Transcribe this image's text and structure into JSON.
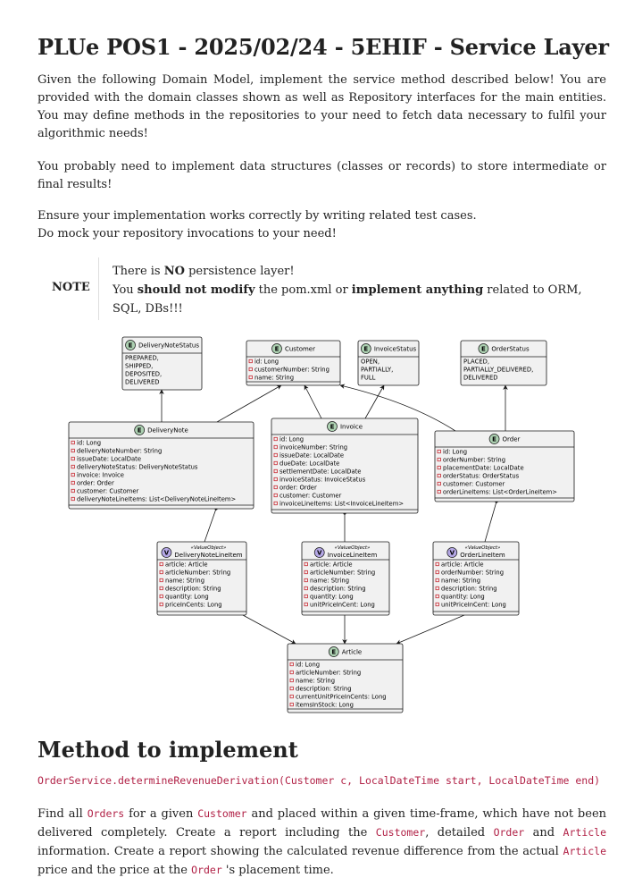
{
  "title": "PLUe POS1 - 2025/02/24 - 5EHIF - Service Layer",
  "intro": {
    "p1": "Given the following Domain Model, implement the service method described below! You are provided with the domain classes shown as well as Repository interfaces for the main entities. You may define methods in the repositories to your need to fetch data necessary to fulfil your algorithmic needs!",
    "p2": "You probably need to implement data structures (classes or records) to store intermediate or final results!",
    "p3_line1": "Ensure your implementation works correctly by writing related test cases.",
    "p3_line2": "Do mock your repository invocations to your need!"
  },
  "note": {
    "label": "NOTE",
    "line1_pre": "There is ",
    "line1_bold": "NO",
    "line1_post": " persistence layer!",
    "line2_a": "You ",
    "line2_bold1": "should not modify",
    "line2_b": " the pom.xml or ",
    "line2_bold2": "implement anything",
    "line2_c": " related to ORM, SQL, DBs!!!"
  },
  "diagram": {
    "classes": {
      "delivery_note_status": {
        "stereo": "E",
        "name": "DeliveryNoteStatus",
        "items": [
          "PREPARED,",
          "SHIPPED,",
          "DEPOSITED,",
          "DELIVERED"
        ]
      },
      "customer": {
        "stereo": "E",
        "name": "Customer",
        "items": [
          "id: Long",
          "customerNumber: String",
          "name: String"
        ]
      },
      "invoice_status": {
        "stereo": "E",
        "name": "InvoiceStatus",
        "items": [
          "OPEN,",
          "PARTIALLY,",
          "FULL"
        ]
      },
      "order_status": {
        "stereo": "E",
        "name": "OrderStatus",
        "items": [
          "PLACED,",
          "PARTIALLY_DELIVERED,",
          "DELIVERED"
        ]
      },
      "delivery_note": {
        "stereo": "E",
        "name": "DeliveryNote",
        "items": [
          "id: Long",
          "deliveryNoteNumber: String",
          "issueDate: LocalDate",
          "deliveryNoteStatus: DeliveryNoteStatus",
          "invoice: Invoice",
          "order: Order",
          "customer: Customer",
          "deliveryNoteLineItems: List<DeliveryNoteLineItem>"
        ]
      },
      "invoice": {
        "stereo": "E",
        "name": "Invoice",
        "items": [
          "id: Long",
          "invoiceNumber: String",
          "issueDate: LocalDate",
          "dueDate: LocalDate",
          "settlementDate: LocalDate",
          "invoiceStatus: InvoiceStatus",
          "order: Order",
          "customer: Customer",
          "invoiceLineItems: List<InvoiceLineItem>"
        ]
      },
      "order": {
        "stereo": "E",
        "name": "Order",
        "items": [
          "id: Long",
          "orderNumber: String",
          "placementDate: LocalDate",
          "orderStatus: OrderStatus",
          "customer: Customer",
          "orderLineItems: List<OrderLineItem>"
        ]
      },
      "delivery_note_line_item": {
        "stereo": "V",
        "tag": "«ValueObject»",
        "name": "DeliveryNoteLineItem",
        "items": [
          "article: Article",
          "articleNumber: String",
          "name: String",
          "description: String",
          "quantity: Long",
          "priceInCents: Long"
        ]
      },
      "invoice_line_item": {
        "stereo": "V",
        "tag": "«ValueObject»",
        "name": "InvoiceLineItem",
        "items": [
          "article: Article",
          "articleNumber: String",
          "name: String",
          "description: String",
          "quantity: Long",
          "unitPriceInCent: Long"
        ]
      },
      "order_line_item": {
        "stereo": "V",
        "tag": "«ValueObject»",
        "name": "OrderLineItem",
        "items": [
          "article: Article",
          "orderNumber: String",
          "name: String",
          "description: String",
          "quantity: Long",
          "unitPriceInCent: Long"
        ]
      },
      "article": {
        "stereo": "E",
        "name": "Article",
        "items": [
          "id: Long",
          "articleNumber: String",
          "name: String",
          "description: String",
          "currentUnitPriceInCents: Long",
          "itemsInStock: Long"
        ]
      }
    },
    "colors": {
      "entity_circle": "#ADD1B2",
      "value_circle": "#B4A7E5",
      "box_fill": "#F1F1F1",
      "box_stroke": "#181818",
      "field_marker": "#C82930"
    }
  },
  "method_heading": "Method to implement",
  "method_signature": "OrderService.determineRevenueDerivation(Customer c, LocalDateTime start, LocalDateTime end)",
  "description": {
    "t1": "Find all ",
    "c1": "Orders",
    "t2": " for a given ",
    "c2": "Customer",
    "t3": " and placed within a given time-frame, which have not been delivered completely. Create a report including the ",
    "c3": "Customer",
    "t4": ", detailed ",
    "c4": "Order",
    "t5": " and ",
    "c5": "Article",
    "t6": " information. Create a report showing the calculated revenue difference from the actual ",
    "c6": "Article",
    "t7": " price and the price at the ",
    "c7": "Order",
    "t8": " 's placement time."
  }
}
